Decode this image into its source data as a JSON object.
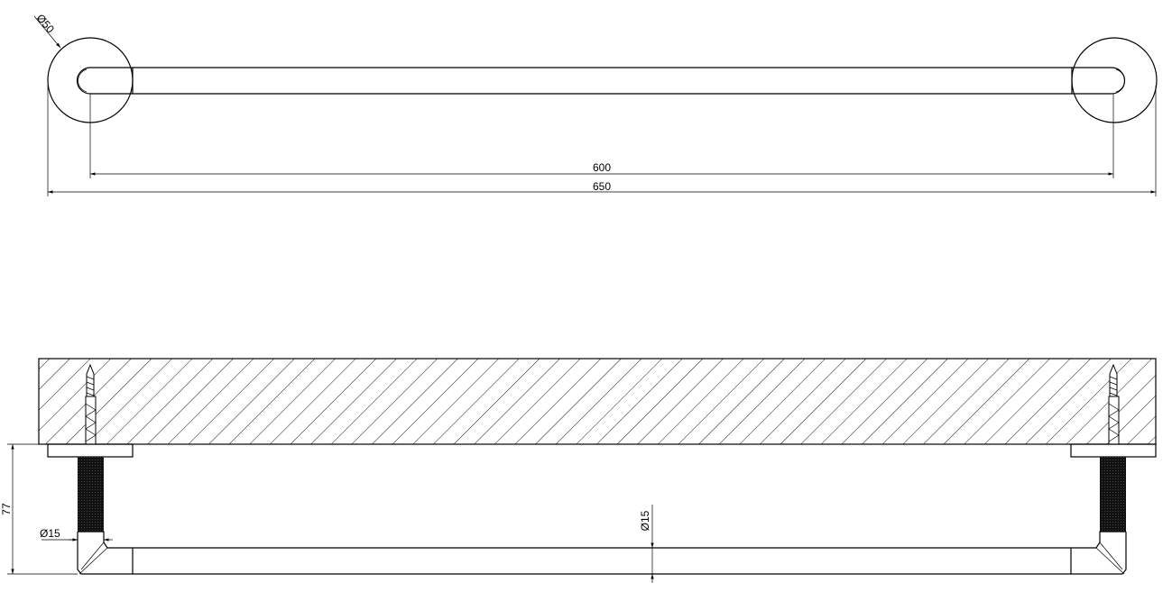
{
  "top_view": {
    "dim_diameter_flange": "Ø50",
    "dim_inner": "600",
    "dim_overall": "650"
  },
  "side_view": {
    "dim_projection": "77",
    "dim_post_diameter": "Ø15",
    "dim_bar_diameter": "Ø15"
  },
  "colors": {
    "line": "#000000",
    "background": "#ffffff"
  }
}
